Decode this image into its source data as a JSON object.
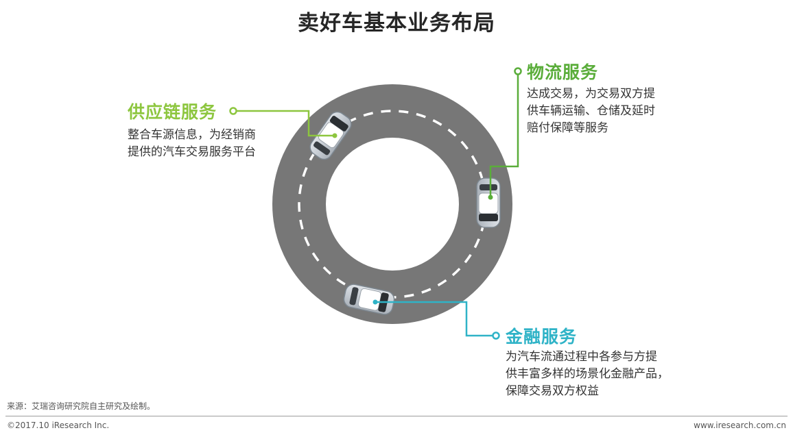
{
  "title": "卖好车基本业务布局",
  "colors": {
    "supply_chain": "#8dc63f",
    "logistics": "#5aad3a",
    "finance": "#2fb3c7",
    "road": "#777777",
    "road_marking": "#ffffff"
  },
  "services": {
    "supply_chain": {
      "heading": "供应链服务",
      "lines": [
        "整合车源信息，为经销商",
        "提供的汽车交易服务平台"
      ]
    },
    "logistics": {
      "heading": "物流服务",
      "lines": [
        "达成交易，为交易双方提",
        "供车辆运输、仓储及延时",
        "赔付保障等服务"
      ]
    },
    "finance": {
      "heading": "金融服务",
      "lines": [
        "为汽车流通过程中各参与方提",
        "供丰富多样的场景化金融产品，",
        "保障交易双方权益"
      ]
    }
  },
  "footer": {
    "source": "来源：艾瑞咨询研究院自主研究及绘制。",
    "copyright": "©2017.10 iResearch Inc.",
    "website": "www.iresearch.com.cn"
  }
}
